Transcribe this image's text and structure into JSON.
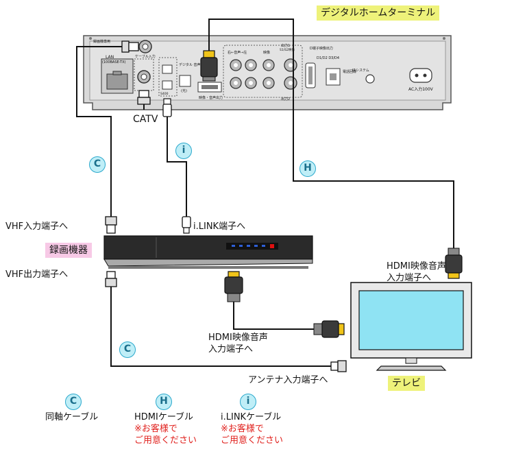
{
  "top_terminal": {
    "label": "デジタルホームターミナル"
  },
  "catv": {
    "label": "CATV"
  },
  "recorder": {
    "label": "録画機器",
    "vhf_in": "VHF入力端子へ",
    "vhf_out": "VHF出力端子へ",
    "ilink_port": "i.LINK端子へ",
    "hdmi_port": "HDMI映像音声\n入力端子へ"
  },
  "tv": {
    "label": "テレビ",
    "hdmi_in": "HDMI映像音声\n入力端子へ",
    "antenna_in": "アンテナ入力端子へ"
  },
  "badges": {
    "coax": "C",
    "hdmi": "H",
    "ilink": "i"
  },
  "legend": [
    {
      "badge": "C",
      "name": "同軸ケーブル",
      "note": ""
    },
    {
      "badge": "H",
      "name": "HDMIケーブル",
      "note": "※お客様で\nご用意ください"
    },
    {
      "badge": "i",
      "name": "i.LINKケーブル",
      "note": "※お客様で\nご用意ください"
    }
  ],
  "panel_labels": {
    "dedicated": "録画機専用",
    "lan": "LAN",
    "lan_sub": "(100BASE-TX)",
    "cable_in": "ケーブル入力",
    "digital_audio": "デジタル\n音声出力",
    "optical": "(光)",
    "s400": "S400",
    "audio_row": "右←音声→左",
    "video": "映像",
    "s_video": "S1/S2映像",
    "d_out": "D端子映像出力",
    "d_formats": "D1/D2\nD3/D4",
    "hdmi_out": "映像・音声出力",
    "out1": "出力1",
    "out2": "出力2",
    "phone": "電話回線",
    "ir_system": "IRシステム",
    "ac": "AC入力100V"
  },
  "colors": {
    "badge_fill": "#bfeef7",
    "badge_stroke": "#2aa8cc",
    "tag_yellow": "#eef27a",
    "tag_pink": "#f7c9e6",
    "note_red": "#e0201c",
    "tv_screen": "#8fe3f3",
    "led_red": "#e01010",
    "led_blue": "#2d5fd6",
    "connector_gold": "#f0c419"
  }
}
